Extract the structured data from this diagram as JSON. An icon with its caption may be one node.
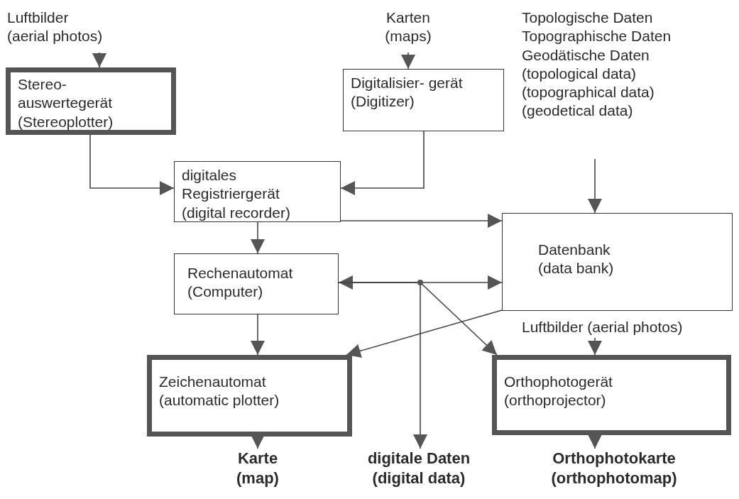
{
  "diagram": {
    "nodes": [
      {
        "text": [
          "Luftbilder",
          "(aerial photos)"
        ]
      },
      {
        "text": [
          "Stereo- auswertegerät",
          "(Stereoplotter)"
        ]
      },
      {
        "text": [
          "Karten",
          "(maps)"
        ]
      },
      {
        "text": [
          "Digitalisier- gerät",
          "(Digitizer)"
        ]
      },
      {
        "text": [
          "Topologische Daten",
          "Topographische Daten",
          "Geodätische Daten",
          "(topological data)",
          "(topographical data)",
          "(geodetical data)"
        ]
      },
      {
        "text": [
          "digitales Registriergerät",
          "(digital recorder)"
        ]
      },
      {
        "text": [
          "Datenbank",
          "(data bank)"
        ]
      },
      {
        "text": [
          "Rechenautomat",
          "(Computer)"
        ]
      },
      {
        "text": [
          "Luftbilder (aerial photos)"
        ]
      },
      {
        "text": [
          "Zeichenautomat",
          "(automatic plotter)"
        ]
      },
      {
        "text": [
          "Orthophotogerät",
          "(orthoprojector)"
        ]
      },
      {
        "text": [
          "Karte",
          "(map)"
        ]
      },
      {
        "text": [
          "digitale Daten",
          "(digital data)"
        ]
      },
      {
        "text": [
          "Orthophotokarte",
          "(orthophotomap)"
        ]
      }
    ],
    "edges": [
      {
        "from": 0,
        "to": 1,
        "arrow": "to"
      },
      {
        "from": 1,
        "to": 5,
        "arrow": "to"
      },
      {
        "from": 2,
        "to": 3,
        "arrow": "to"
      },
      {
        "from": 3,
        "to": 5,
        "arrow": "to"
      },
      {
        "from": 4,
        "to": 6,
        "arrow": "to"
      },
      {
        "from": 5,
        "to": 6,
        "arrow": "to"
      },
      {
        "from": 5,
        "to": 7,
        "arrow": "to"
      },
      {
        "from": 7,
        "to": 6,
        "arrow": "both"
      },
      {
        "from": 7,
        "to": 10,
        "arrow": "to"
      },
      {
        "from": 7,
        "to": 12,
        "arrow": "to"
      },
      {
        "from": 6,
        "to": 9,
        "arrow": "to"
      },
      {
        "from": 7,
        "to": 9,
        "arrow": "to"
      },
      {
        "from": 8,
        "to": 10,
        "arrow": "to"
      },
      {
        "from": 9,
        "to": 11,
        "arrow": "to"
      },
      {
        "from": 10,
        "to": 13,
        "arrow": "to"
      }
    ]
  }
}
